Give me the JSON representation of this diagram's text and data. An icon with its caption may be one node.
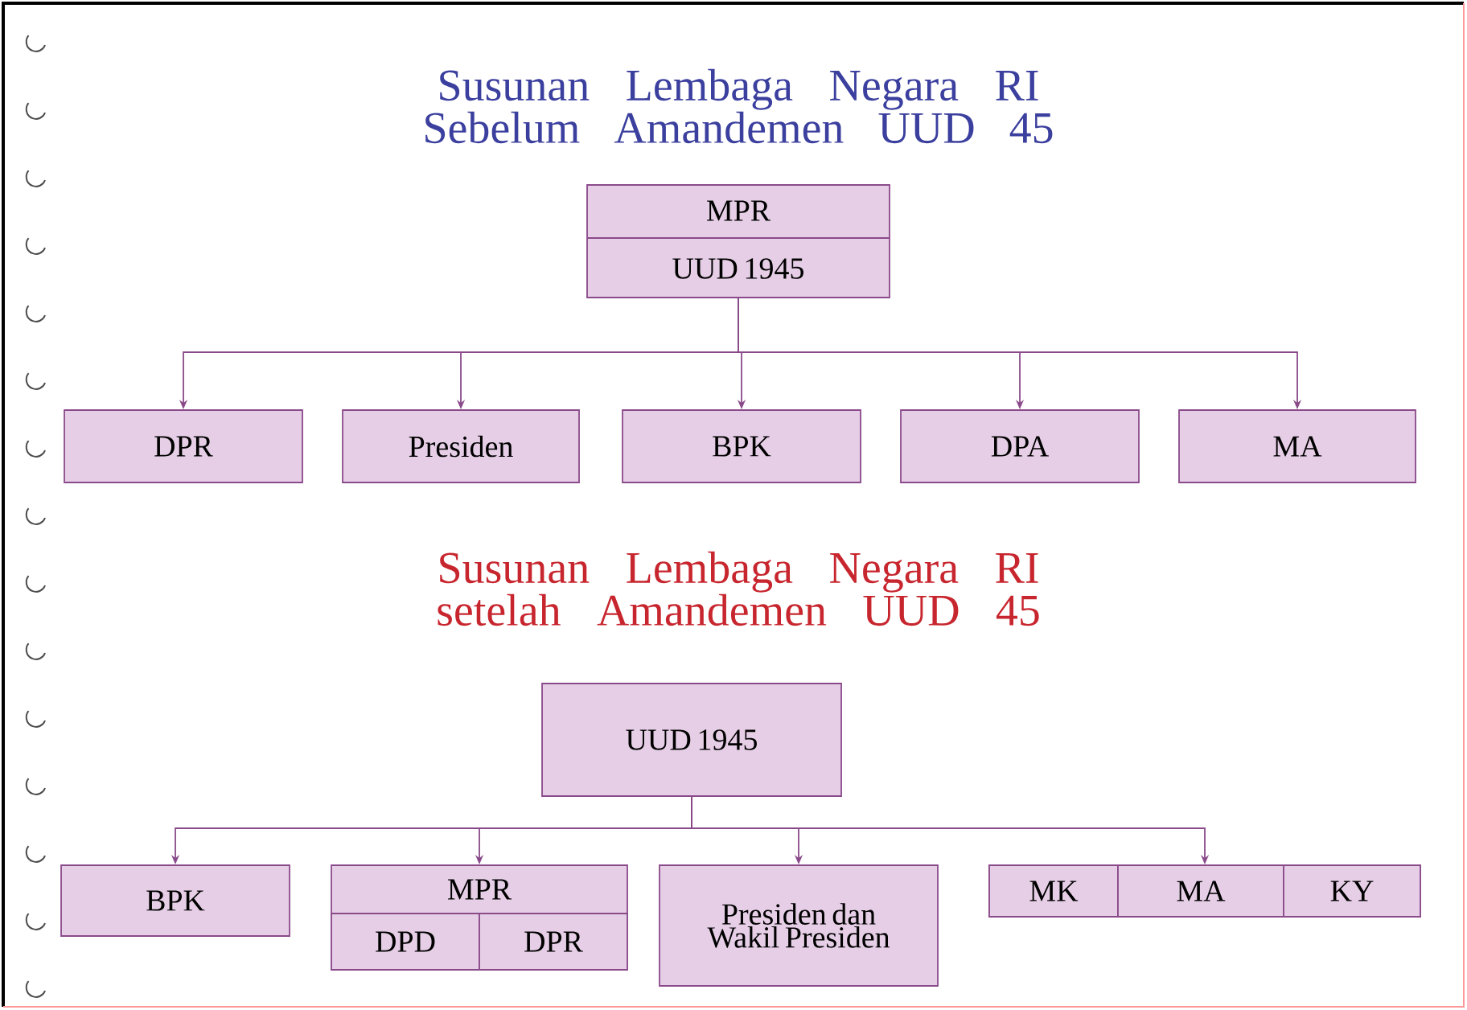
{
  "diagram": {
    "title": "Susunan Lembaga Negara RI Sebelum Amandemen UUD 45",
    "nodes": [
      {
        "text": [
          "MPR",
          "UUD 1945"
        ]
      },
      {
        "text": [
          "DPR"
        ]
      },
      {
        "text": [
          "Presiden"
        ]
      },
      {
        "text": [
          "BPK"
        ]
      },
      {
        "text": [
          "DPA"
        ]
      },
      {
        "text": [
          "MA"
        ]
      },
      {
        "text": [
          "UUD 1945"
        ]
      },
      {
        "text": [
          "BPK"
        ]
      },
      {
        "text": [
          "MPR"
        ]
      },
      {
        "text": [
          "DPD"
        ],
        "in": 8
      },
      {
        "text": [
          "DPR"
        ],
        "in": 8
      },
      {
        "text": [
          "Presiden dan Wakil Presiden"
        ]
      },
      {
        "text": [],
        "shape": "box"
      },
      {
        "text": [
          "MK"
        ],
        "in": 12
      },
      {
        "text": [
          "MA"
        ],
        "in": 12
      },
      {
        "text": [
          "KY"
        ],
        "in": 12
      }
    ],
    "edges": [
      {
        "from": 0,
        "to": 1,
        "arrow": "to"
      },
      {
        "from": 0,
        "to": 2,
        "arrow": "to"
      },
      {
        "from": 0,
        "to": 3,
        "arrow": "to"
      },
      {
        "from": 0,
        "to": 4,
        "arrow": "to"
      },
      {
        "from": 0,
        "to": 5,
        "arrow": "to"
      },
      {
        "from": 6,
        "to": 7,
        "arrow": "to"
      },
      {
        "from": 6,
        "to": 8,
        "arrow": "to"
      },
      {
        "from": 6,
        "to": 11,
        "arrow": "to"
      },
      {
        "from": 6,
        "to": 12,
        "arrow": "to"
      }
    ],
    "labels": [
      "Susunan Lembaga Negara RI setelah Amandemen UUD 45"
    ]
  }
}
